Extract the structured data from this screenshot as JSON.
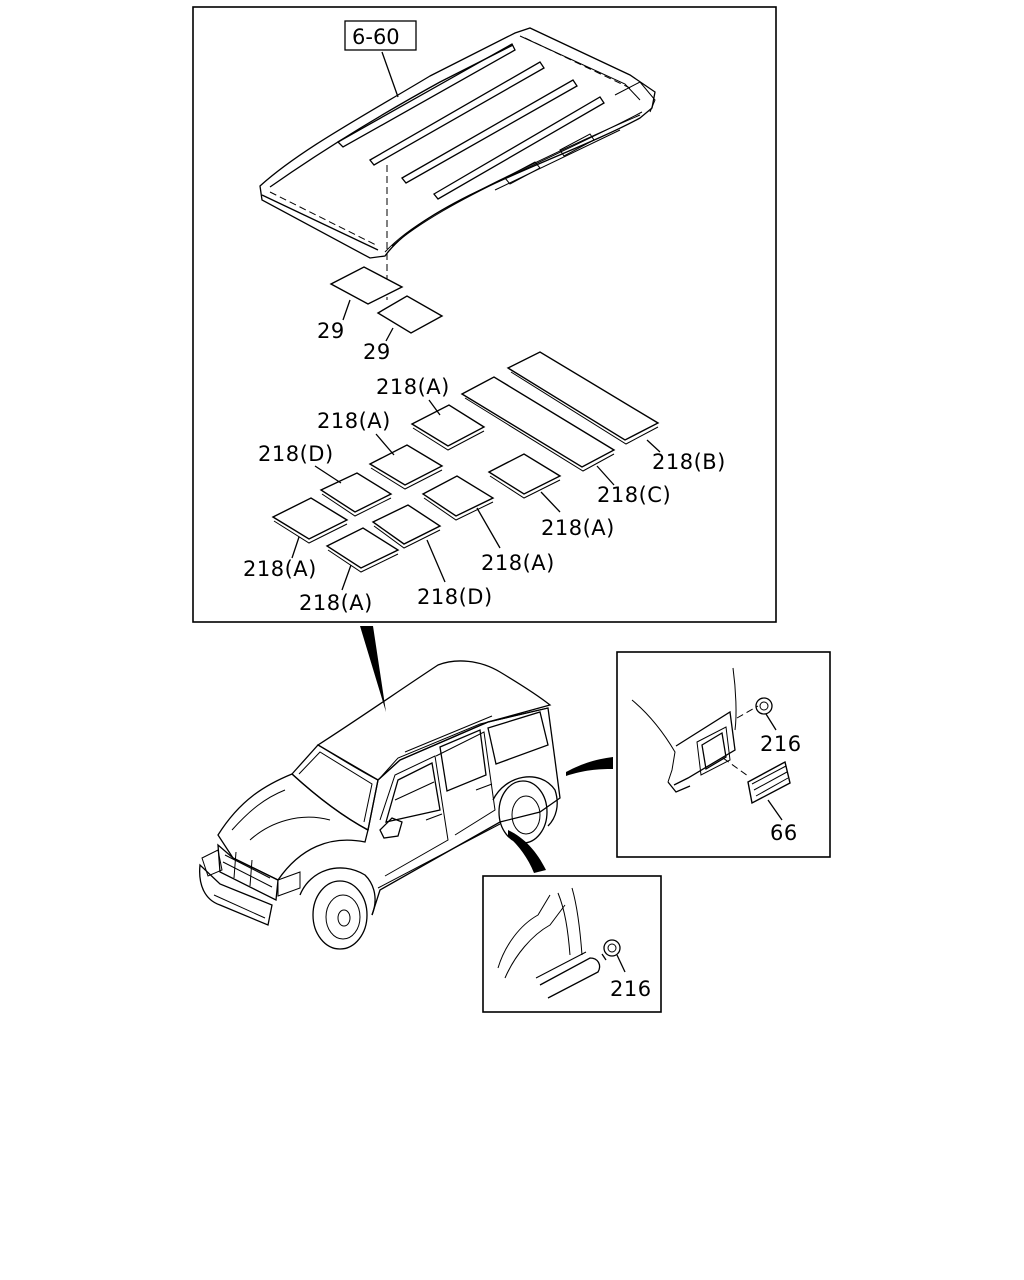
{
  "reference": {
    "label": "6-60"
  },
  "parts": {
    "p29_left": "29",
    "p29_right": "29",
    "p218a_1": "218(A)",
    "p218a_2": "218(A)",
    "p218d_1": "218(D)",
    "p218b": "218(B)",
    "p218c": "218(C)",
    "p218a_3": "218(A)",
    "p218a_4": "218(A)",
    "p218a_5": "218(A)",
    "p218a_6": "218(A)",
    "p218d_2": "218(D)",
    "p216_upper": "216",
    "p66": "66",
    "p216_lower": "216"
  }
}
